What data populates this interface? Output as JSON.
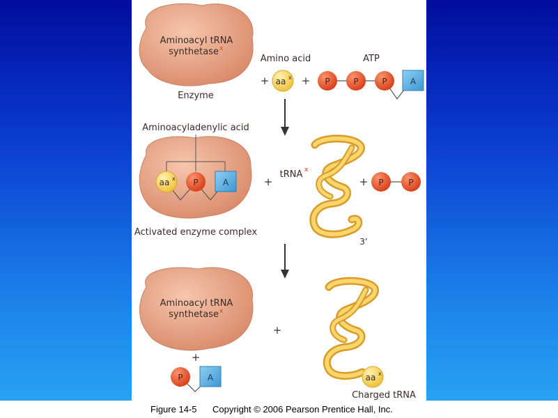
{
  "slide": {
    "figure_label": "Figure 14-5",
    "copyright": "Copyright © 2006 Pearson Prentice Hall, Inc."
  },
  "diagram": {
    "top": {
      "enzyme_line1": "Aminoacyl tRNA",
      "enzyme_line2": "synthetase",
      "enzyme_sup": "x",
      "enzyme_caption": "Enzyme",
      "amino_acid_label": "Amino acid",
      "atp_label": "ATP",
      "plus": "+",
      "aa": "aa",
      "aa_sup": "x",
      "p": "P",
      "a": "A"
    },
    "middle": {
      "intermediate_label": "Aminoacyladenylic acid",
      "complex_caption": "Activated enzyme complex",
      "trna_label": "tRNA",
      "trna_sup": "x",
      "three_prime": "3’",
      "plus": "+",
      "aa": "aa",
      "aa_sup": "x",
      "p": "P",
      "a": "A"
    },
    "bottom": {
      "enzyme_line1": "Aminoacyl tRNA",
      "enzyme_line2": "synthetase",
      "enzyme_sup": "x",
      "charged_label": "Charged tRNA",
      "plus": "+",
      "aa": "aa",
      "aa_sup": "x",
      "p": "P",
      "a": "A"
    }
  },
  "colors": {
    "enzyme_fill": "#e9a88a",
    "phosphate": "#e9532c",
    "adenosine": "#4aa8dd",
    "amino_acid": "#f7d35a",
    "trna": "#f6c24a",
    "arrow": "#333333"
  }
}
